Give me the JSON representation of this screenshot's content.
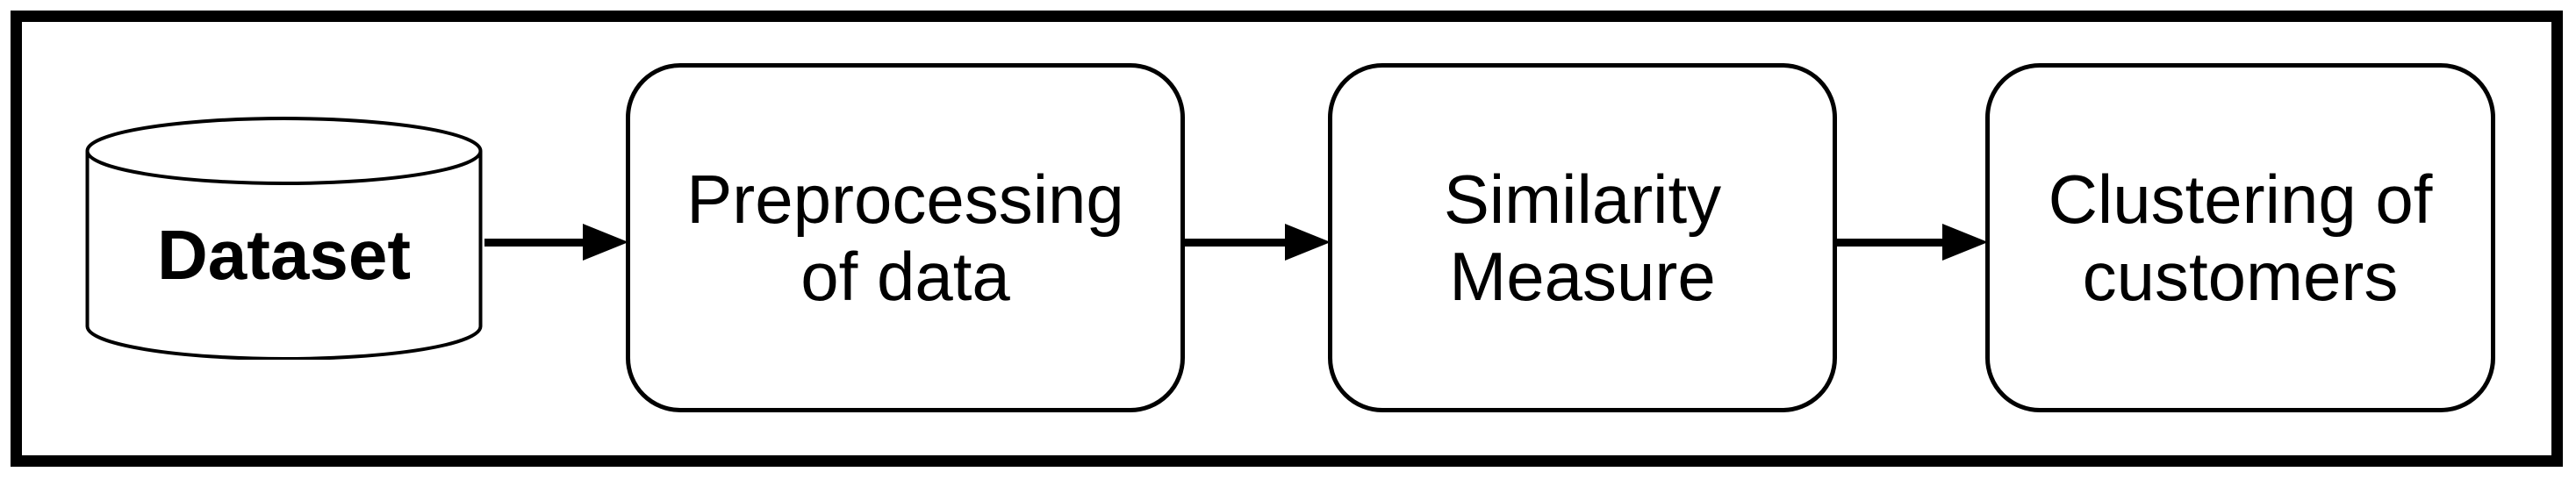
{
  "diagram": {
    "type": "flowchart",
    "background_color": "#ffffff",
    "frame_color": "#000000",
    "stroke_color": "#000000",
    "text_color": "#000000",
    "nodes": [
      {
        "id": "dataset",
        "shape": "database-cylinder",
        "label": "Dataset",
        "emphasis": "bold"
      },
      {
        "id": "preprocessing",
        "shape": "rounded-rectangle",
        "lines": [
          "Preprocessing",
          "of data"
        ]
      },
      {
        "id": "similarity",
        "shape": "rounded-rectangle",
        "lines": [
          "Similarity",
          "Measure"
        ]
      },
      {
        "id": "clustering",
        "shape": "rounded-rectangle",
        "lines": [
          "Clustering of",
          "customers"
        ]
      }
    ],
    "edges": [
      {
        "from": "dataset",
        "to": "preprocessing"
      },
      {
        "from": "preprocessing",
        "to": "similarity"
      },
      {
        "from": "similarity",
        "to": "clustering"
      }
    ]
  }
}
